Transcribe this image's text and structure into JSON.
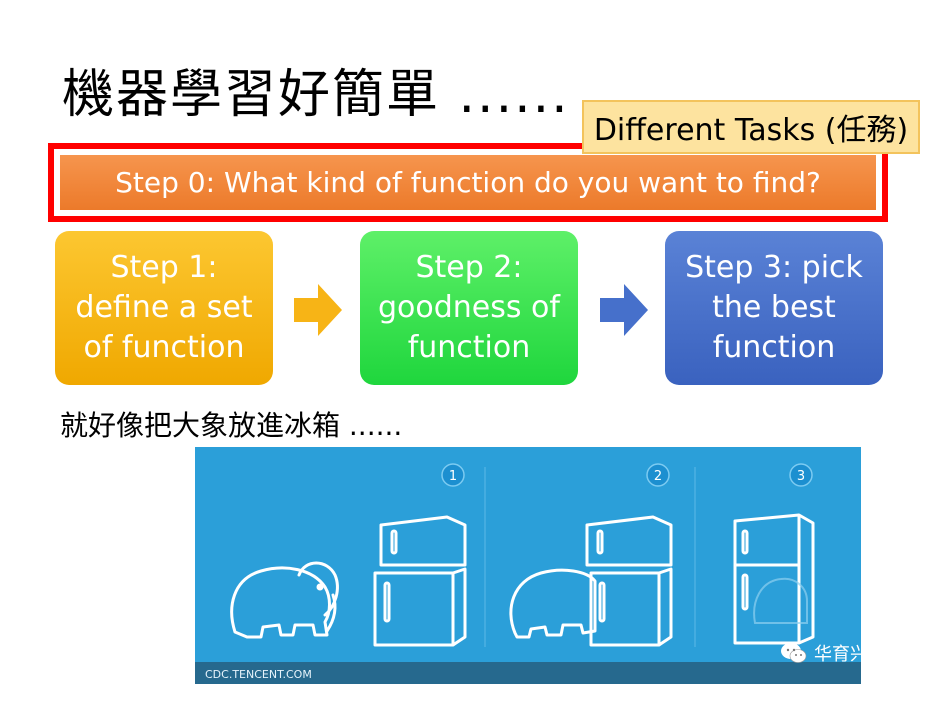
{
  "title": "機器學習好簡單 ......",
  "tasks_label": "Different Tasks (任務)",
  "step0": "Step 0: What kind of function do you want to find?",
  "steps": [
    {
      "label": "Step 1:\ndefine a set\nof function",
      "color": "#f7b416"
    },
    {
      "label": "Step 2:\ngoodness of\nfunction",
      "color": "#33e04e"
    },
    {
      "label": "Step 3: pick\nthe best\nfunction",
      "color": "#4670cb"
    }
  ],
  "arrow_colors": [
    "#f7b416",
    "#4670cb"
  ],
  "subtitle": "就好像把大象放進冰箱 ......",
  "illustration": {
    "panel_numbers": [
      "1",
      "2",
      "3"
    ],
    "credit": "CDC.TENCENT.COM",
    "background": "#2b9fd9"
  },
  "watermark": {
    "icon": "wechat-icon",
    "text": "华育兴业"
  }
}
